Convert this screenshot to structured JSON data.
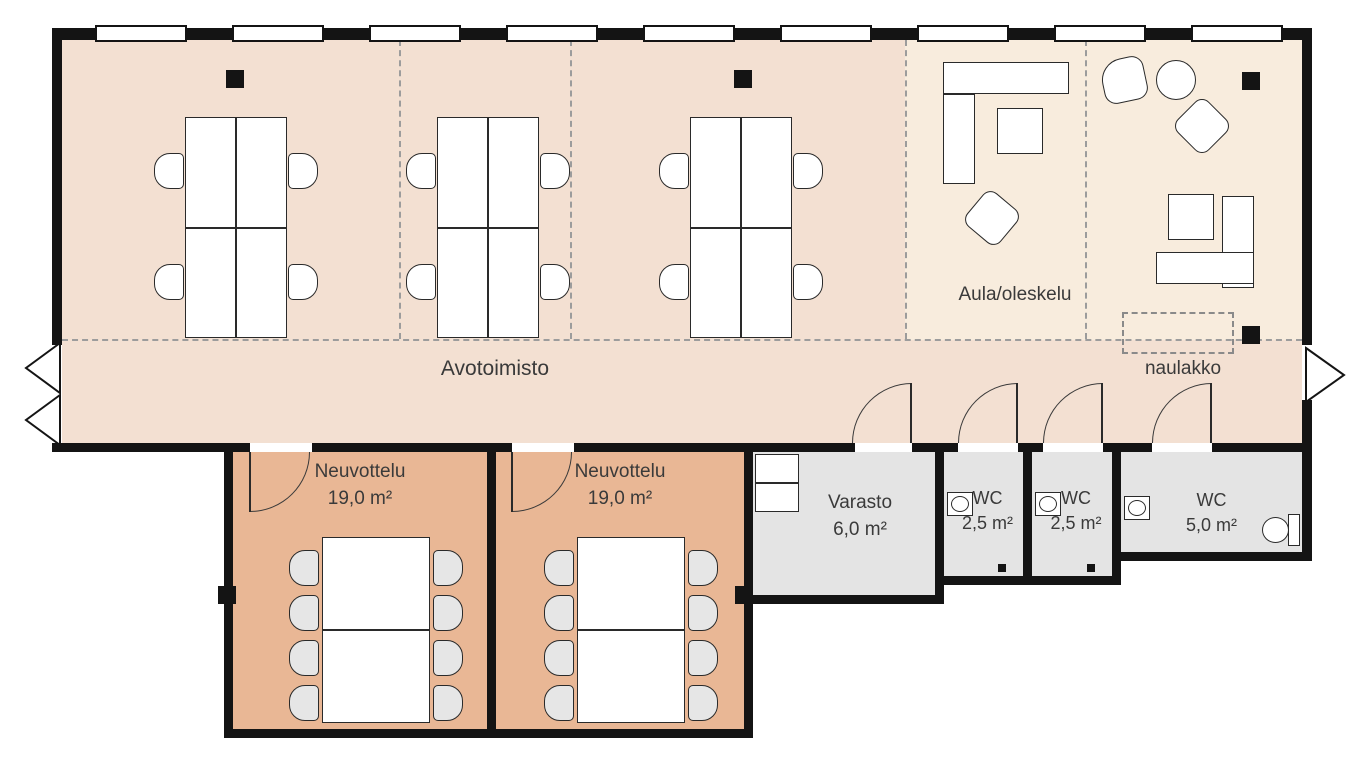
{
  "floorplan": {
    "open_office": {
      "label": "Avotoimisto"
    },
    "lounge": {
      "label": "Aula/oleskelu"
    },
    "coat_rack": {
      "label": "naulakko"
    },
    "meeting_room_1": {
      "label": "Neuvottelu",
      "area": "19,0 m²"
    },
    "meeting_room_2": {
      "label": "Neuvottelu",
      "area": "19,0 m²"
    },
    "storage": {
      "label": "Varasto",
      "area": "6,0 m²"
    },
    "wc_1": {
      "label": "WC",
      "area": "2,5 m²"
    },
    "wc_2": {
      "label": "WC",
      "area": "2,5 m²"
    },
    "wc_3": {
      "label": "WC",
      "area": "5,0 m²"
    },
    "colors": {
      "wall": "#141414",
      "open_office_fill": "#f3e0d2",
      "lounge_fill": "#f8ecdd",
      "meeting_fill": "#e9b795",
      "service_fill": "#e4e4e4"
    }
  }
}
